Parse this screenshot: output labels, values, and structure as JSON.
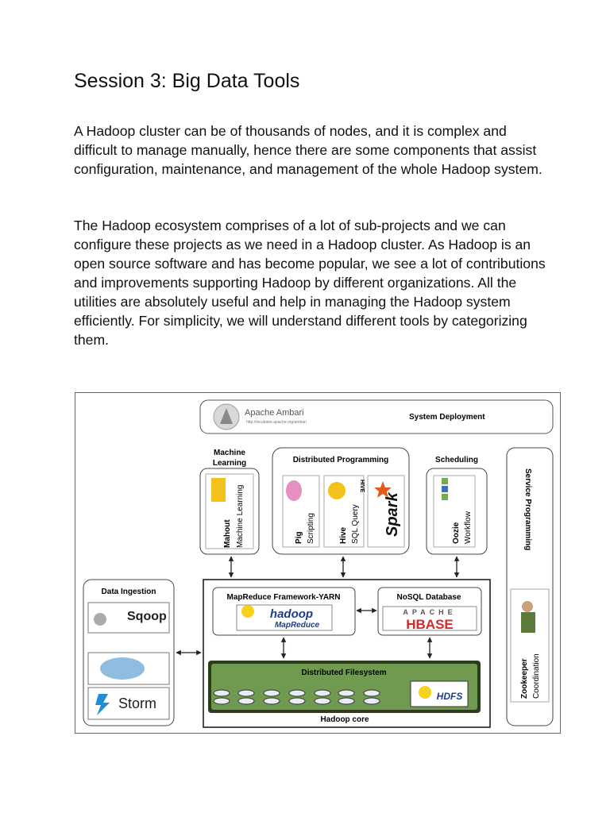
{
  "page": {
    "title": "Session 3: Big Data Tools",
    "paragraphs": [
      "A Hadoop cluster can be of thousands of nodes, and it is complex and difficult to manage manually, hence there are some components that assist configuration, maintenance, and management of the whole Hadoop system.",
      "The Hadoop ecosystem comprises of a lot of sub-projects and we can configure these projects as we need in a Hadoop cluster. As Hadoop is an open source software and has become popular, we see a lot of contributions and improvements supporting Hadoop by different organizations. All the utilities are absolutely useful and help in managing the Hadoop system efficiently. For simplicity, we will understand different tools by categorizing them."
    ]
  },
  "diagram": {
    "ambari": {
      "name": "Apache Ambari",
      "url": "http://incubator.apache.org/ambari",
      "label": "System Deployment"
    },
    "ml": {
      "title_line1": "Machine",
      "title_line2": "Learning",
      "tool": "Mahout",
      "desc": "Machine Learning",
      "logo": "mahout"
    },
    "dp": {
      "title": "Distributed Programming",
      "pig": {
        "tool": "Pig",
        "desc": "Scripting"
      },
      "hive": {
        "tool": "Hive",
        "desc": "SQL Query",
        "logo": "HIVE"
      },
      "spark": {
        "logo": "Spark"
      }
    },
    "sched": {
      "title": "Scheduling",
      "tool": "Oozie",
      "desc": "Workflow"
    },
    "service": {
      "title": "Service Programming",
      "tool": "Zookeeper",
      "desc": "Coordination"
    },
    "ingest": {
      "title": "Data Ingestion",
      "sqoop": "Sqoop",
      "storm": "Storm",
      "flume_logo": "flume"
    },
    "core": {
      "mr_title": "MapReduce Framework-YARN",
      "mr_logo_top": "hadoop",
      "mr_logo_bottom": "MapReduce",
      "nosql_title": "NoSQL Database",
      "hbase_top": "APACHE",
      "hbase_bottom": "HBASE",
      "fs_title": "Distributed Filesystem",
      "hdfs": "HDFS",
      "footer": "Hadoop core"
    },
    "colors": {
      "fs_green": "#6f9a4f",
      "fs_dark": "#2d3b1f",
      "hbase_red": "#d42a2a",
      "hadoop_yellow": "#f7d11a"
    }
  }
}
